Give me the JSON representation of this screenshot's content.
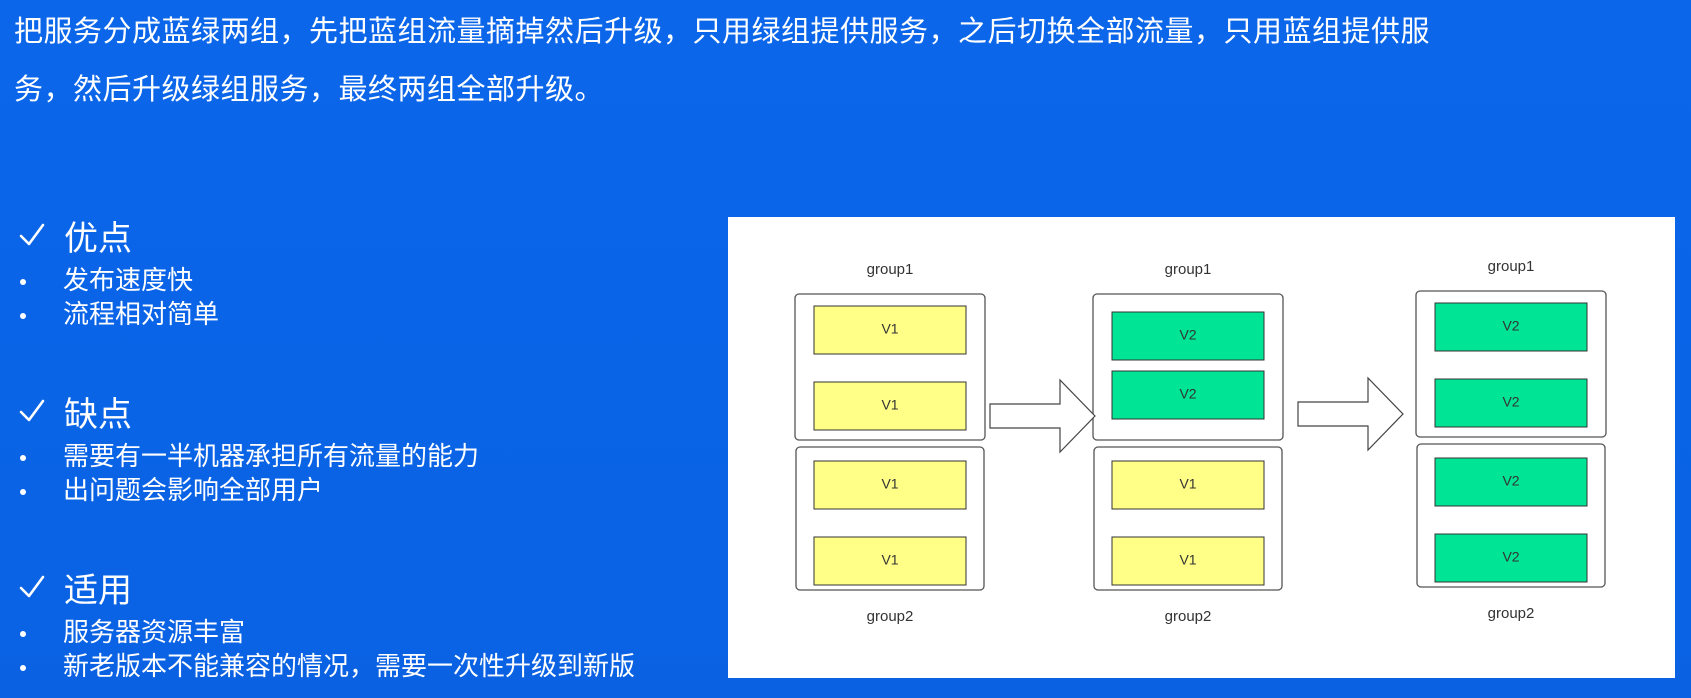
{
  "intro_lines": [
    "把服务分成蓝绿两组，先把蓝组流量摘掉然后升级，只用绿组提供服务，之后切换全部流量，只用蓝组提供服",
    "务，然后升级绿组服务，最终两组全部升级。"
  ],
  "pros": {
    "title": "优点",
    "items": [
      "发布速度快",
      "流程相对简单"
    ]
  },
  "cons": {
    "title": "缺点",
    "items": [
      "需要有一半机器承担所有流量的能力",
      "出问题会影响全部用户"
    ]
  },
  "use": {
    "title": "适用",
    "items": [
      "服务器资源丰富",
      "新老版本不能兼容的情况，需要一次性升级到新版"
    ]
  },
  "diagram": {
    "colors": {
      "v1_fill": "#ffff88",
      "v2_fill": "#00e595",
      "stroke": "#333333",
      "group_stroke": "#555555"
    },
    "stages": [
      {
        "top_label": "group1",
        "bottom_label": "group2",
        "group1": [
          "V1",
          "V1"
        ],
        "group2": [
          "V1",
          "V1"
        ]
      },
      {
        "top_label": "group1",
        "bottom_label": "group2",
        "group1": [
          "V2",
          "V2"
        ],
        "group2": [
          "V1",
          "V1"
        ]
      },
      {
        "top_label": "group1",
        "bottom_label": "group2",
        "group1": [
          "V2",
          "V2"
        ],
        "group2": [
          "V2",
          "V2"
        ]
      }
    ]
  }
}
